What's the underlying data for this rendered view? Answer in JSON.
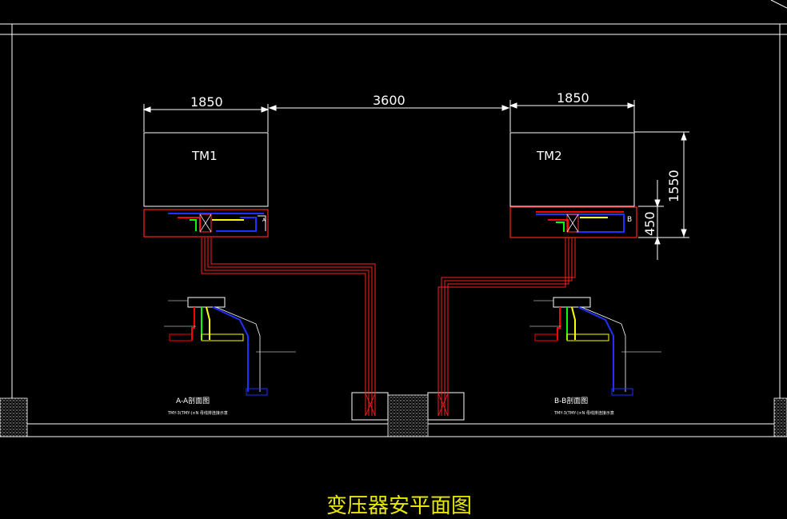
{
  "colors": {
    "background": "#000000",
    "frame": "#ffffff",
    "cable": "#ff2020",
    "phase_red": "#ff0000",
    "phase_yellow": "#ffff00",
    "phase_green": "#00ff00",
    "phase_blue": "#2030ff",
    "title": "#e8e800",
    "hatch": "#c8c8c8"
  },
  "dimensions": {
    "tm1_width": "1850",
    "spacing": "3600",
    "tm2_width": "1850",
    "height_total": "1550",
    "height_base": "450"
  },
  "transformers": {
    "tm1_label": "TM1",
    "tm2_label": "TM2"
  },
  "base_marks": {
    "a": "A",
    "b": "B"
  },
  "sections": {
    "a_title": "A-A剖面图",
    "a_note": "TMY-3(TMY-)×N 母线排连接示意",
    "b_title": "B-B剖面图",
    "b_note": "TMY-3(TMY-)×N 母线排连接示意"
  },
  "drawing_title": "变压器安平面图"
}
